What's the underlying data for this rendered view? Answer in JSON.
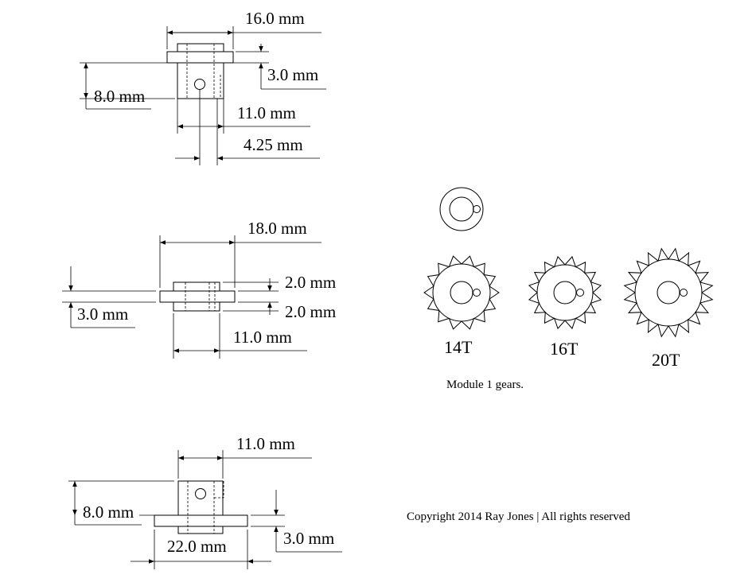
{
  "view_top": {
    "dim_width": "16.0 mm",
    "dim_flange": "3.0 mm",
    "dim_height": "8.0 mm",
    "dim_hub": "11.0 mm",
    "dim_offset": "4.25 mm"
  },
  "view_middle": {
    "dim_width": "18.0 mm",
    "dim_upper": "2.0 mm",
    "dim_lower": "2.0 mm",
    "dim_height": "3.0 mm",
    "dim_hub": "11.0 mm"
  },
  "view_bottom": {
    "dim_hub": "11.0 mm",
    "dim_height": "8.0 mm",
    "dim_width": "22.0 mm",
    "dim_flange": "3.0 mm"
  },
  "gears": {
    "items": [
      {
        "label": "14T",
        "teeth": 14
      },
      {
        "label": "16T",
        "teeth": 16
      },
      {
        "label": "20T",
        "teeth": 20
      }
    ],
    "caption": "Module 1 gears."
  },
  "copyright": "Copyright 2014 Ray Jones | All rights reserved"
}
